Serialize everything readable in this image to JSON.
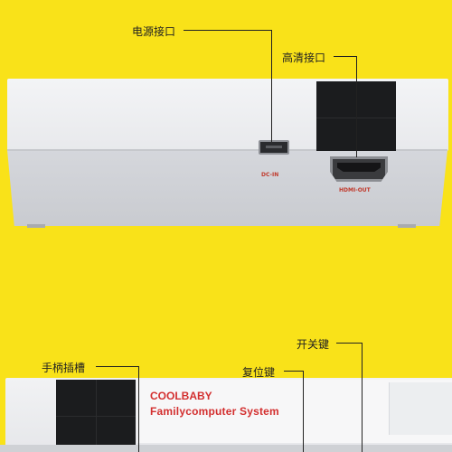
{
  "callouts": {
    "power_port": "电源接口",
    "hd_port": "高清接口",
    "power_switch": "开关键",
    "controller_slot": "手柄插槽",
    "reset_button": "复位键"
  },
  "ports": {
    "dc_label": "DC-IN",
    "hdmi_label": "HDMI-OUT"
  },
  "brand": {
    "name": "COOLBABY",
    "tagline": "Familycomputer  System"
  },
  "colors": {
    "background": "#f9e219",
    "console_light": "#eeeff1",
    "console_grey": "#cfd1d6",
    "panel_dark": "#1b1c1e",
    "brand_red": "#d32f2f"
  }
}
